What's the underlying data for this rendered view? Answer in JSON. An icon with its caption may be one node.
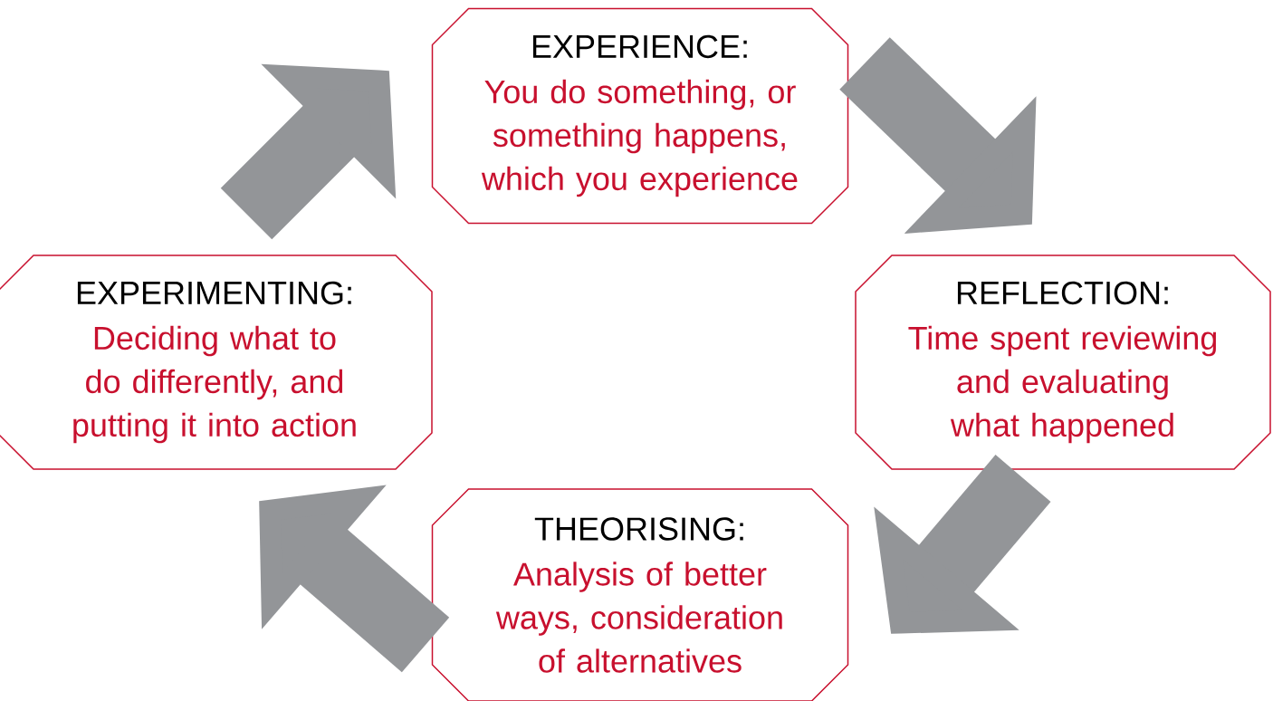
{
  "diagram": {
    "nodes": [
      {
        "text": [
          "EXPERIENCE:",
          "You do something, or something happens, which you experience"
        ]
      },
      {
        "text": [
          "REFLECTION:",
          "Time spent reviewing and evaluating what happened"
        ]
      },
      {
        "text": [
          "THEORISING:",
          "Analysis of better ways, consideration of alternatives"
        ]
      },
      {
        "text": [
          "EXPERIMENTING:",
          "Deciding what to do differently, and putting it into action"
        ]
      }
    ],
    "edges": [
      {
        "from": 0,
        "to": 1,
        "arrow": "to"
      },
      {
        "from": 1,
        "to": 2,
        "arrow": "to"
      },
      {
        "from": 2,
        "to": 3,
        "arrow": "to"
      },
      {
        "from": 3,
        "to": 0,
        "arrow": "to"
      }
    ]
  }
}
